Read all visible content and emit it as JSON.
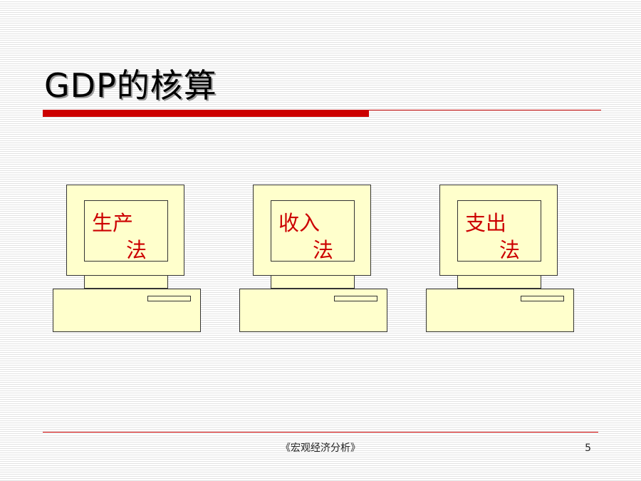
{
  "slide": {
    "title": "GDP的核算",
    "accent_color": "#cc0000",
    "computer_color": "#ffffcc"
  },
  "methods": [
    {
      "line1": "生产",
      "line2": "法"
    },
    {
      "line1": "收入",
      "line2": "法"
    },
    {
      "line1": "支出",
      "line2": "法"
    }
  ],
  "footer": {
    "text": "《宏观经济分析》",
    "page_number": "5"
  }
}
